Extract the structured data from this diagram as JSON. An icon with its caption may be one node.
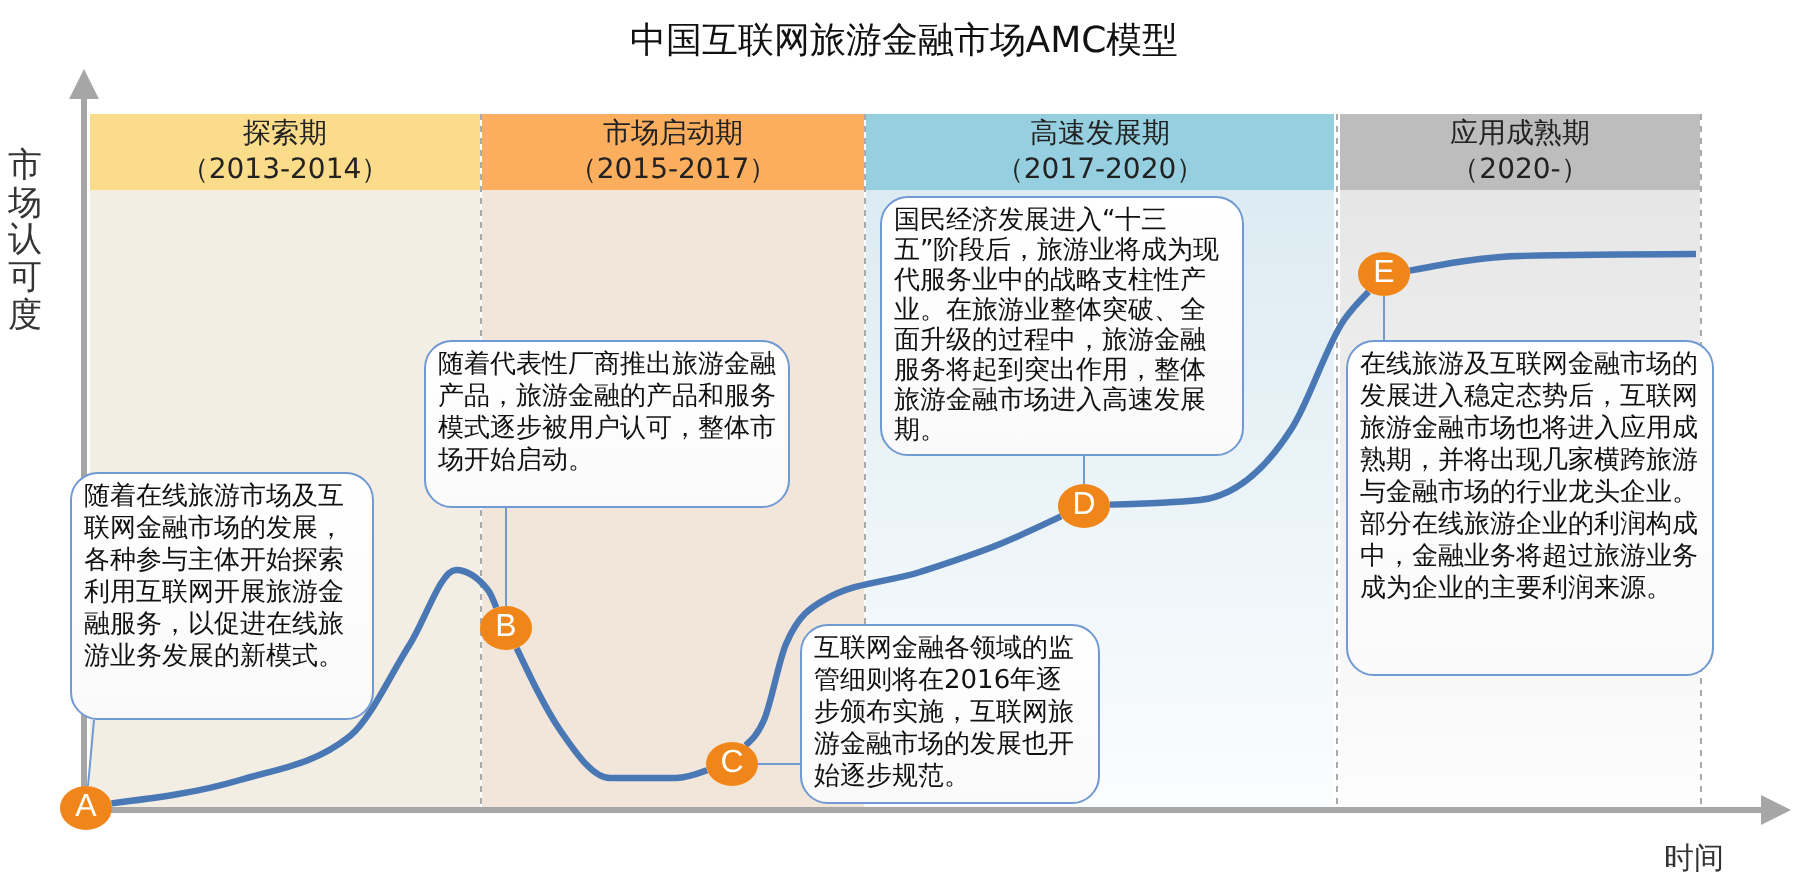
{
  "diagram": {
    "title": "中国互联网旅游金融市场AMC模型",
    "nodes": [
      {
        "text": [
          "探索期",
          "（2013-2014）"
        ]
      },
      {
        "text": [
          "市场启动期",
          "（2015-2017）"
        ]
      },
      {
        "text": [
          "高速发展期",
          "（2017-2020）"
        ]
      },
      {
        "text": [
          "应用成熟期",
          "（2020-）"
        ]
      },
      {
        "text": [
          "随着在线旅游市场及互联网金融市场的发展，各种参与主体开始探索利用互联网开展旅游金融服务，以促进在线旅游业务发展的新模式。"
        ]
      },
      {
        "text": [
          "A"
        ]
      },
      {
        "text": [
          "随着代表性厂商推出旅游金融产品，旅游金融的产品和服务模式逐步被用户认可，整体市场开始启动。"
        ]
      },
      {
        "text": [
          "B"
        ]
      },
      {
        "text": [
          "互联网金融各领域的监管细则将在2016年逐步颁布实施，互联网旅游金融市场的发展也开始逐步规范。"
        ]
      },
      {
        "text": [
          "C"
        ]
      },
      {
        "text": [
          "国民经济发展进入“十三五”阶段后，旅游业将成为现代服务业中的战略支柱性产业。在旅游业整体突破、全面升级的过程中，旅游金融服务将起到突出作用，整体旅游金融市场进入高速发展期。"
        ]
      },
      {
        "text": [
          "D"
        ]
      },
      {
        "text": [
          "E"
        ]
      },
      {
        "text": [
          "在线旅游及互联网金融市场的发展进入稳定态势后，互联网旅游金融市场也将进入应用成熟期，并将出现几家横跨旅游与金融市场的行业龙头企业。部分在线旅游企业的利润构成中，金融业务将超过旅游业务成为企业的主要利润来源。"
        ]
      }
    ],
    "edges": [
      {
        "from": 5,
        "to": 7,
        "arrow": "none",
        "style": "thick"
      },
      {
        "from": 7,
        "to": 9,
        "arrow": "none",
        "style": "thick"
      },
      {
        "from": 9,
        "to": 11,
        "arrow": "none",
        "style": "thick"
      },
      {
        "from": 11,
        "to": 12,
        "arrow": "none",
        "style": "thick"
      },
      {
        "from": 12,
        "to": null,
        "arrow": "none",
        "style": "thick"
      },
      {
        "from": 4,
        "to": 5,
        "arrow": "none"
      },
      {
        "from": 6,
        "to": 7,
        "arrow": "none"
      },
      {
        "from": 8,
        "to": 9,
        "arrow": "none"
      },
      {
        "from": 10,
        "to": 11,
        "arrow": "none"
      },
      {
        "from": 13,
        "to": 12,
        "arrow": "none"
      }
    ],
    "labels": [
      "市场认可度",
      "时间"
    ]
  }
}
